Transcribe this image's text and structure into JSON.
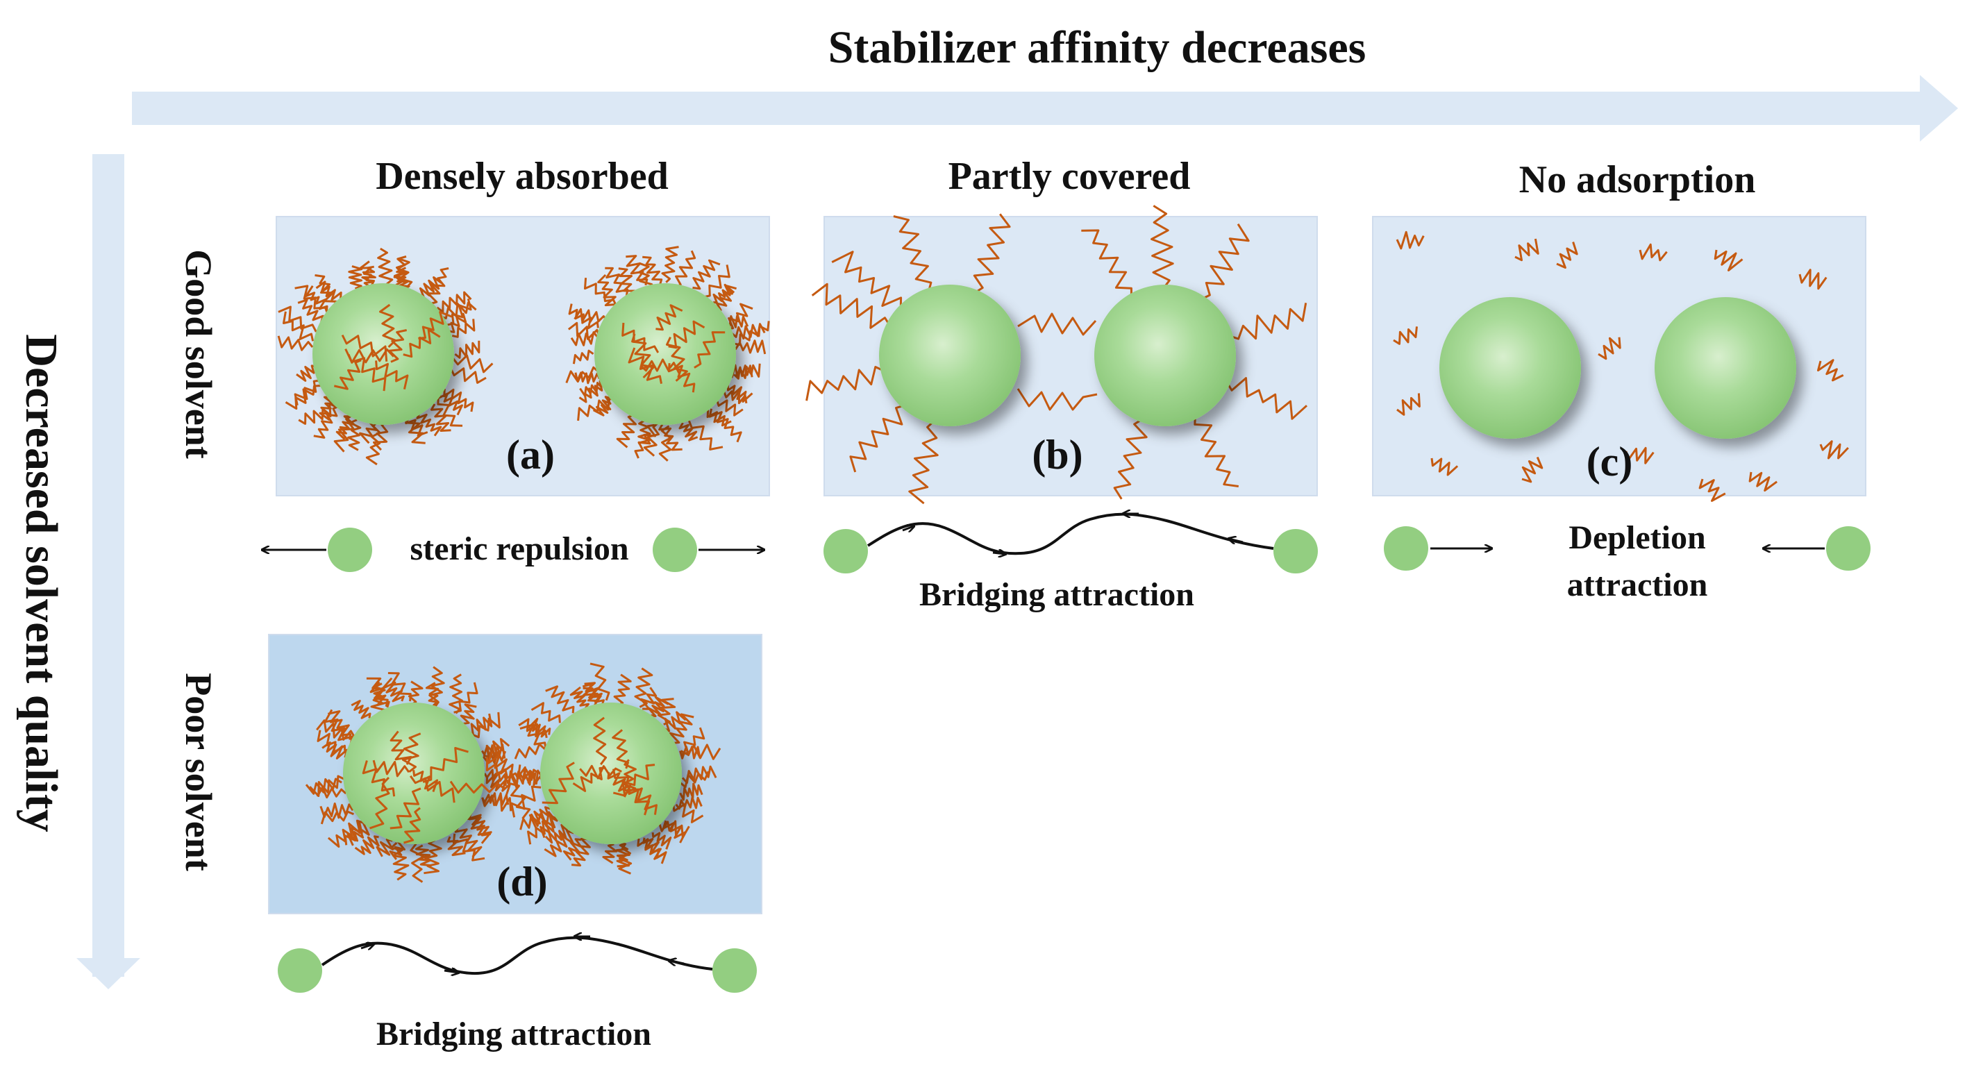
{
  "header": {
    "top_arrow_label": "Stabilizer affinity decreases",
    "left_arrow_label": "Decreased solvent quality"
  },
  "columns": {
    "col_a": "Densely absorbed",
    "col_b": "Partly covered",
    "col_c": "No adsorption"
  },
  "rows": {
    "row_good": "Good solvent",
    "row_poor": "Poor solvent"
  },
  "panels": {
    "a": "(a)",
    "b": "(b)",
    "c": "(c)",
    "d": "(d)"
  },
  "interactions": {
    "a": "steric repulsion",
    "b": "Bridging attraction",
    "c_line1": "Depletion",
    "c_line2": "attraction",
    "d": "Bridging attraction"
  },
  "colors": {
    "arrow": "#dce8f5",
    "panel_light": "#dce8f5",
    "panel_dark": "#bdd7ee",
    "particle": "#8fce7e",
    "chain": "#c55a11",
    "text": "#111111"
  }
}
